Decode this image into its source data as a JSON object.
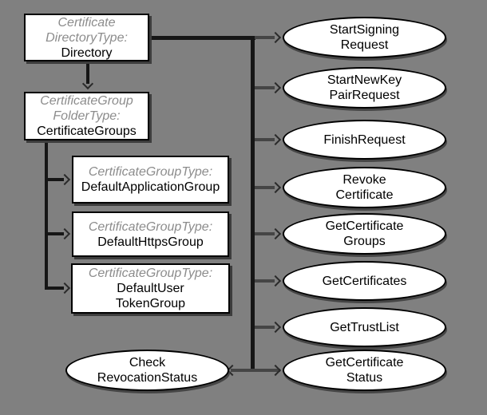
{
  "diagram": {
    "title": "CertificateDirectoryType address-space diagram",
    "colors": {
      "background": "#808080",
      "node_fill": "#ffffff",
      "node_border": "#000000",
      "type_label_text": "#8c8c8c",
      "name_text": "#000000",
      "connector_dark": "#161616",
      "connector_branch": "#454545"
    },
    "boxes": [
      {
        "id": "directory",
        "type_lines": [
          "Certificate",
          "DirectoryType:"
        ],
        "name_lines": [
          "Directory"
        ]
      },
      {
        "id": "certificate-groups",
        "type_lines": [
          "CertificateGroup",
          "FolderType:"
        ],
        "name_lines": [
          "CertificateGroups"
        ]
      },
      {
        "id": "default-application-group",
        "type_lines": [
          "CertificateGroupType:"
        ],
        "name_lines": [
          "DefaultApplicationGroup"
        ]
      },
      {
        "id": "default-https-group",
        "type_lines": [
          "CertificateGroupType:"
        ],
        "name_lines": [
          "DefaultHttpsGroup"
        ]
      },
      {
        "id": "default-user-token-group",
        "type_lines": [
          "CertificateGroupType:"
        ],
        "name_lines": [
          "DefaultUser",
          "TokenGroup"
        ]
      }
    ],
    "methods": [
      {
        "id": "start-signing-request",
        "lines": [
          "StartSigning",
          "Request"
        ]
      },
      {
        "id": "start-new-key-pair-request",
        "lines": [
          "StartNewKey",
          "PairRequest"
        ]
      },
      {
        "id": "finish-request",
        "lines": [
          "FinishRequest"
        ]
      },
      {
        "id": "revoke-certificate",
        "lines": [
          "Revoke",
          "Certificate"
        ]
      },
      {
        "id": "get-certificate-groups",
        "lines": [
          "GetCertificate",
          "Groups"
        ]
      },
      {
        "id": "get-certificates",
        "lines": [
          "GetCertificates"
        ]
      },
      {
        "id": "get-trust-list",
        "lines": [
          "GetTrustList"
        ]
      },
      {
        "id": "get-certificate-status",
        "lines": [
          "GetCertificate",
          "Status"
        ]
      }
    ],
    "check_method": {
      "id": "check-revocation-status",
      "lines": [
        "Check",
        "RevocationStatus"
      ]
    },
    "connections": [
      {
        "from": "Directory",
        "to": "CertificateGroups"
      },
      {
        "from": "CertificateGroups",
        "to": "DefaultApplicationGroup"
      },
      {
        "from": "CertificateGroups",
        "to": "DefaultHttpsGroup"
      },
      {
        "from": "CertificateGroups",
        "to": "DefaultUserTokenGroup"
      },
      {
        "from": "Directory",
        "to": "StartSigningRequest"
      },
      {
        "from": "Directory",
        "to": "StartNewKeyPairRequest"
      },
      {
        "from": "Directory",
        "to": "FinishRequest"
      },
      {
        "from": "Directory",
        "to": "RevokeCertificate"
      },
      {
        "from": "Directory",
        "to": "GetCertificateGroups"
      },
      {
        "from": "Directory",
        "to": "GetCertificates"
      },
      {
        "from": "Directory",
        "to": "GetTrustList"
      },
      {
        "from": "Directory",
        "to": "CheckRevocationStatus"
      },
      {
        "from": "Directory",
        "to": "GetCertificateStatus"
      }
    ]
  }
}
